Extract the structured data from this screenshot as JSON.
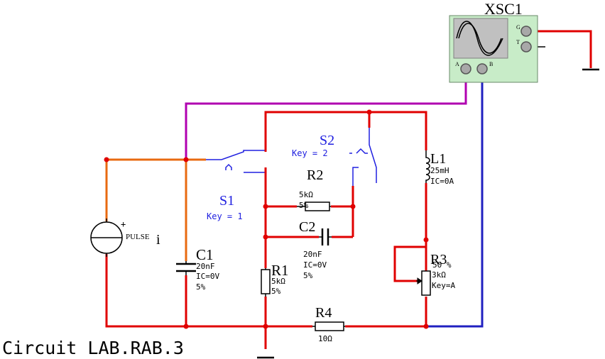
{
  "title": "Circuit LAB.RAB.3",
  "colors": {
    "wire_red": "#e00000",
    "wire_orange": "#e86a10",
    "wire_magenta": "#b000b0",
    "wire_blue": "#2020c0",
    "switch_blue": "#2020e0",
    "scope_body": "#c8ecc8",
    "scope_screen": "#c0c0c0"
  },
  "oscilloscope": {
    "name": "XSC1",
    "terminals": {
      "a": "A",
      "b": "B",
      "g": "G",
      "t": "T"
    }
  },
  "source": {
    "name": "PULSE",
    "suffix": "i",
    "plus": "+"
  },
  "components": {
    "c1": {
      "name": "C1",
      "value": "20nF",
      "ic": "IC=0V",
      "tol": "5%"
    },
    "r1": {
      "name": "R1",
      "value": "5kΩ",
      "tol": "5%"
    },
    "r2": {
      "name": "R2",
      "value": "5kΩ",
      "tol": "5%"
    },
    "c2": {
      "name": "C2",
      "value": "20nF",
      "ic": "IC=0V",
      "tol": "5%"
    },
    "l1": {
      "name": "L1",
      "value": "25mH",
      "ic": "IC=0A"
    },
    "r3": {
      "name": "R3",
      "pct": "50 %",
      "value": "3kΩ",
      "key": "Key=A"
    },
    "r4": {
      "name": "R4",
      "value": "10Ω"
    },
    "s1": {
      "name": "S1",
      "key": "Key = 1"
    },
    "s2": {
      "name": "S2",
      "key": "Key = 2"
    }
  }
}
